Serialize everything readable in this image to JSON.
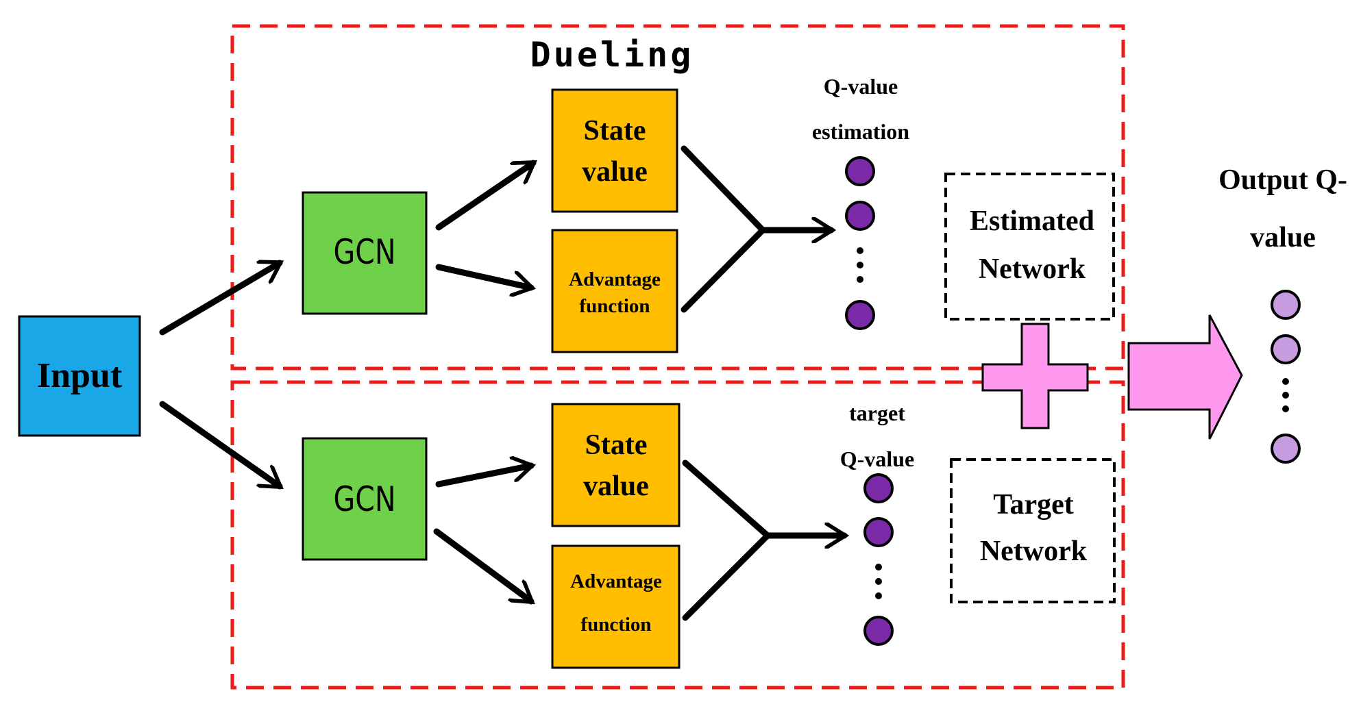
{
  "title": "Dueling",
  "input": {
    "label": "Input",
    "color": "#1aa7e8"
  },
  "gcn_label": "GCN",
  "gcn_color": "#6fd04a",
  "state_value_label": [
    "State",
    "value"
  ],
  "advantage_label": [
    "Advantage",
    "function"
  ],
  "block_color": "#ffbf00",
  "top_branch": {
    "output_label": [
      "Q-value",
      "estimation"
    ],
    "network_label": [
      "Estimated",
      "Network"
    ]
  },
  "bottom_branch": {
    "output_label": [
      "target",
      "Q-value"
    ],
    "network_label": [
      "Target",
      "Network"
    ]
  },
  "output_label": [
    "Output Q-",
    "value"
  ],
  "node_color_dark": "#7a2aa6",
  "node_color_light": "#c79be0",
  "plus_color": "#ff99f0",
  "arrow_color": "#ff99f0",
  "dashed_box_color": "#ee1b1b",
  "icons": {
    "plus": "plus-icon",
    "big_arrow": "right-arrow-icon",
    "ellipsis": "vertical-ellipsis-icon"
  }
}
